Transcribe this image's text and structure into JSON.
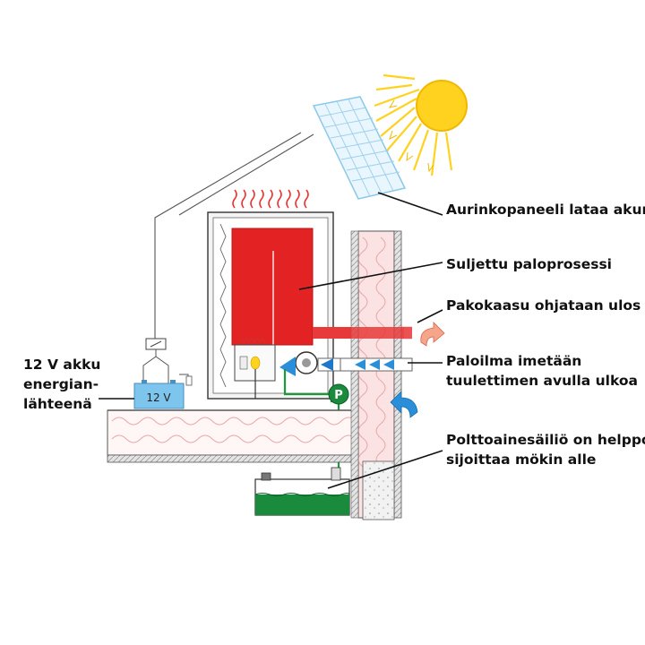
{
  "labels": {
    "solar": "Aurinkopaneeli lataa akun",
    "combustion": "Suljettu paloprosessi",
    "exhaust": "Pakokaasu ohjataan ulos",
    "intake": [
      "Paloilma imetään",
      "tuulettimen avulla ulkoa"
    ],
    "fuel": [
      "Polttoainesäiliö on helppo",
      "sijoittaa mökin alle"
    ],
    "battery": [
      "12 V akku",
      "energian-",
      "lähteenä"
    ]
  },
  "battery_text": "12 V",
  "pump_text": "P",
  "colors": {
    "heater_red": "#e32323",
    "exhaust_red": "#e83a3a",
    "fuel_green": "#1a8a3c",
    "fan_arrow_blue": "#2a8fd8",
    "battery_blue": "#7ec5ee",
    "pipe_green": "#1a9a3a",
    "insulation_pink": "#f5c6c6",
    "sun_yellow": "#ffd21f"
  },
  "icons": [
    "sun-icon",
    "solar-panel-icon",
    "heat-waves-icon",
    "fan-icon",
    "pump-icon",
    "battery-icon"
  ]
}
